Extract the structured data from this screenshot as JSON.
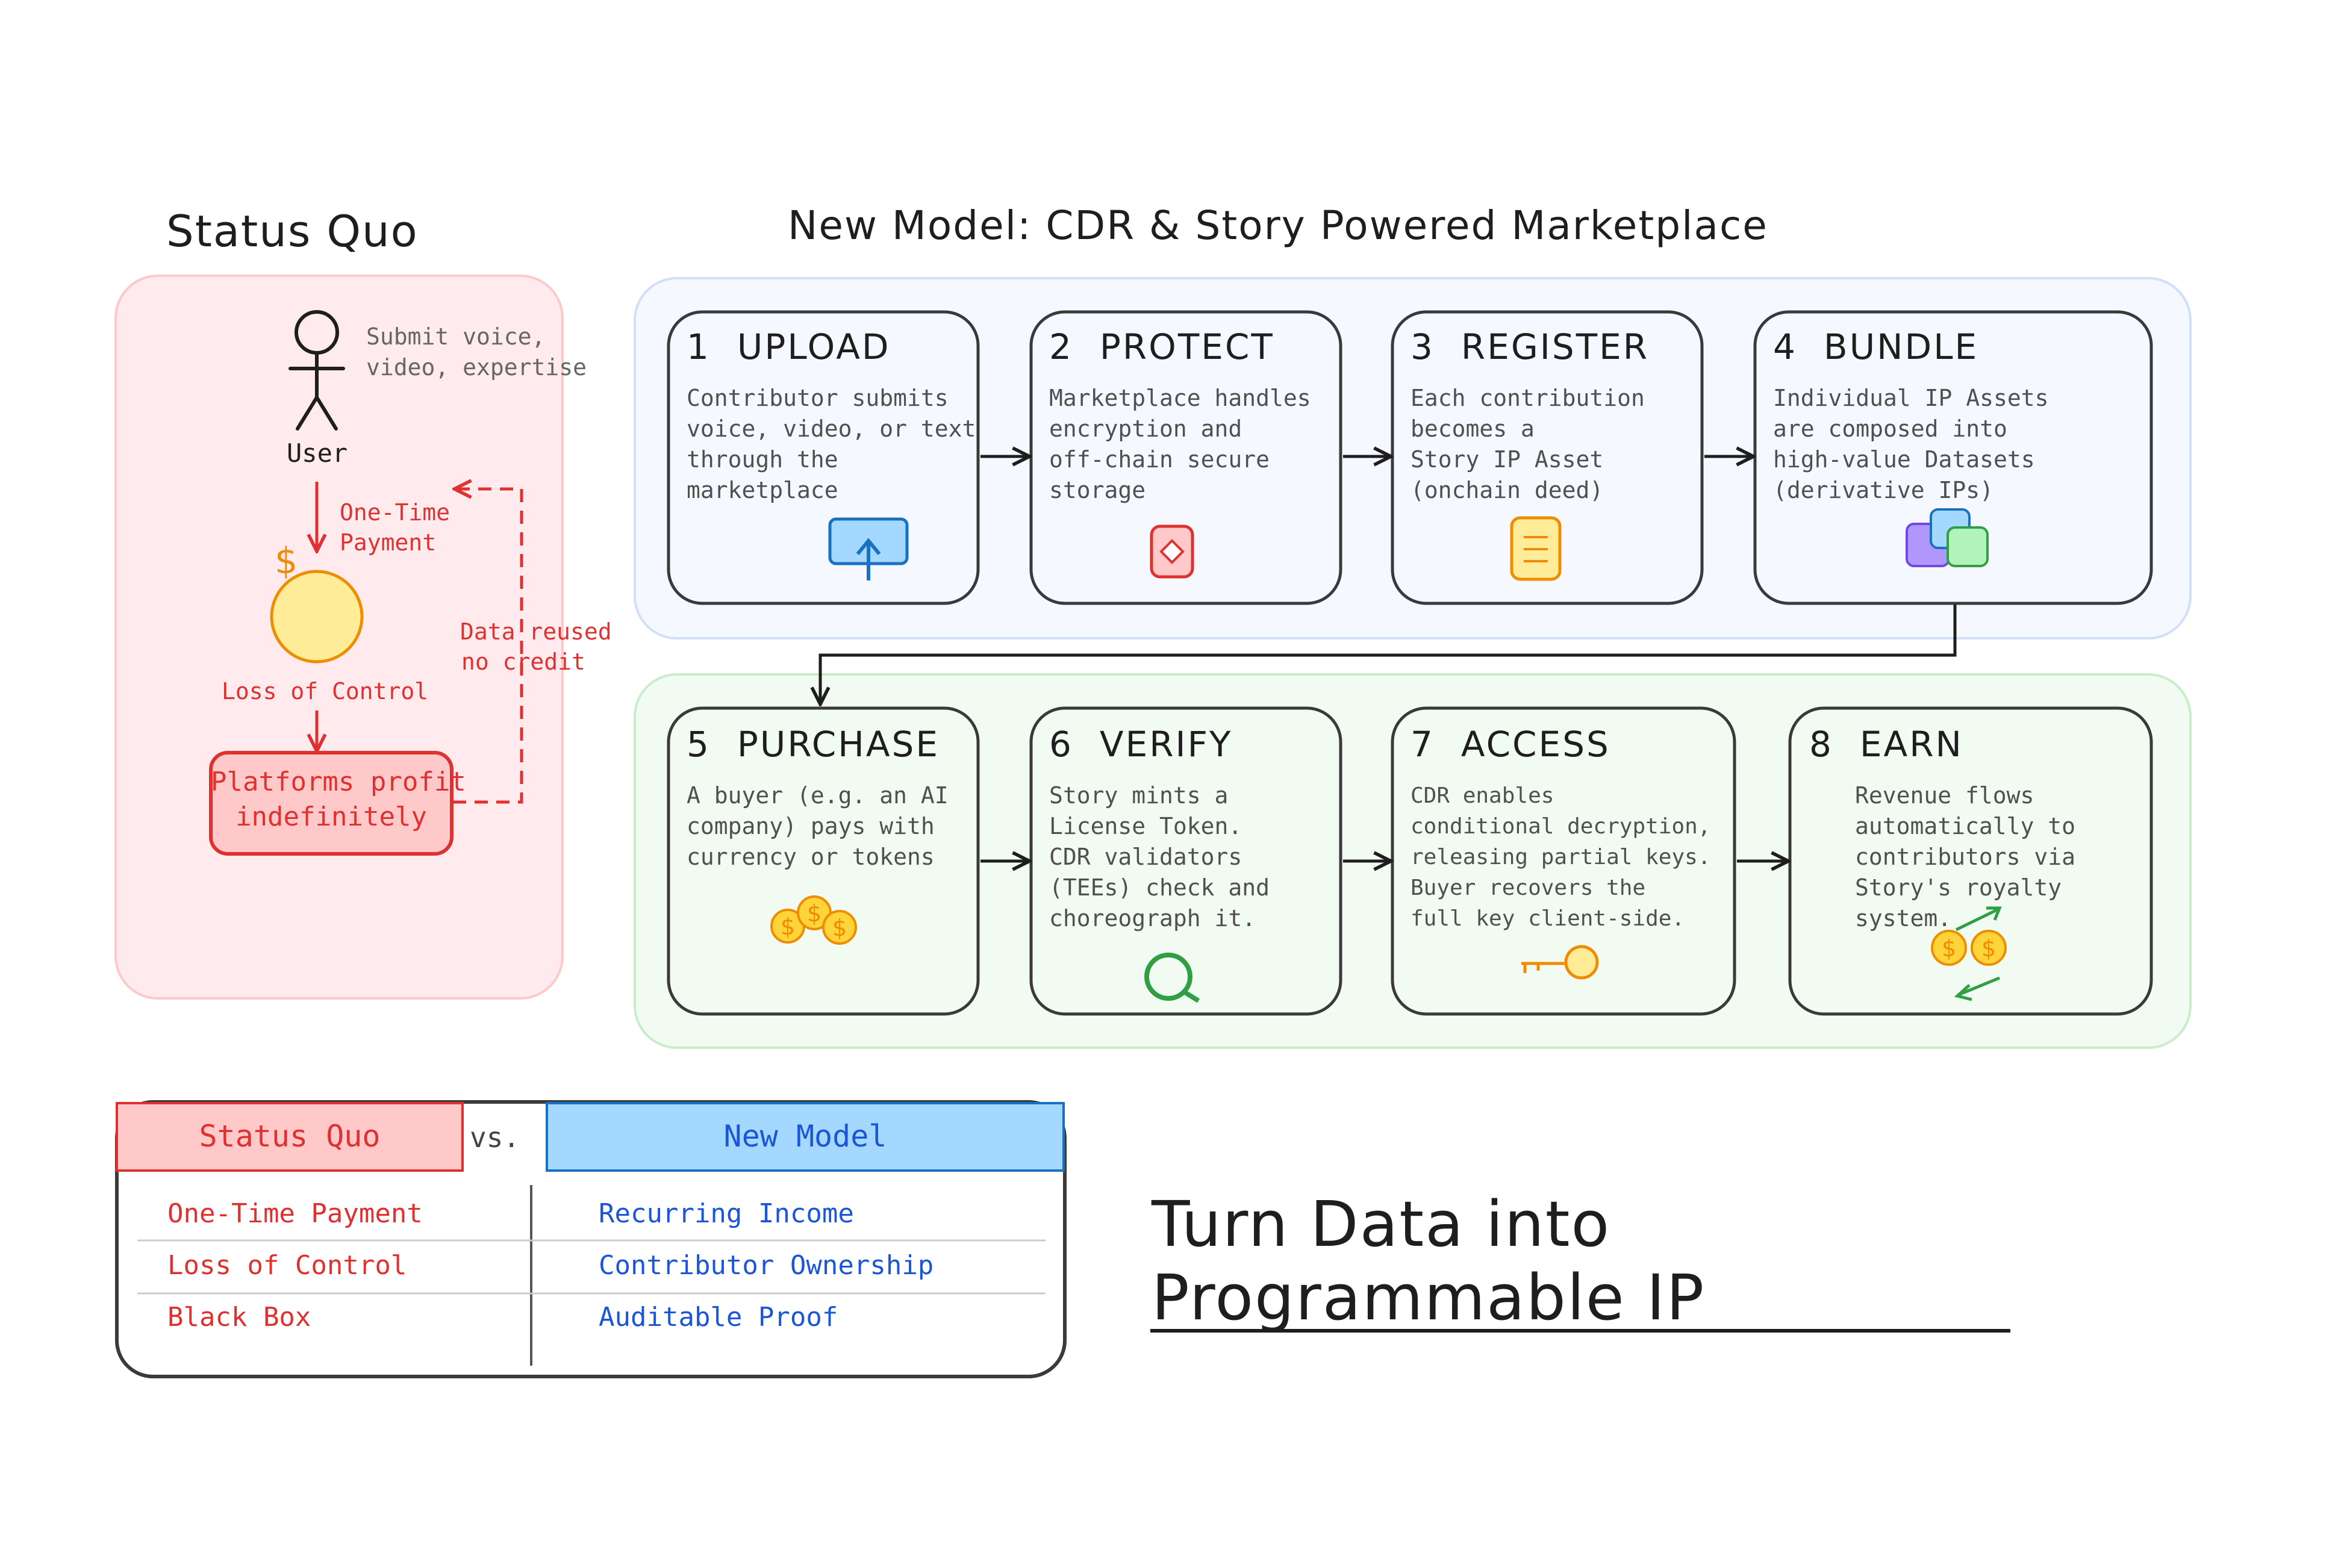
{
  "status_quo": {
    "title": "Status Quo",
    "user_label": "User",
    "user_note": [
      "Submit voice,",
      "video, expertise"
    ],
    "payment_label": [
      "One-Time",
      "Payment"
    ],
    "loss_label": "Loss of Control",
    "platforms_label": [
      "Platforms profit",
      "indefinitely"
    ],
    "reuse_label": [
      "Data reused",
      "no credit"
    ],
    "colors": {
      "panel_fill": "#ffebee",
      "panel_stroke": "#ffc9c9",
      "accent": "#e03131",
      "coin": "#ffec99",
      "coin_stroke": "#f08c00"
    }
  },
  "new_model": {
    "title": "New Model: CDR & Story Powered Marketplace",
    "colors": {
      "top_panel_fill": "#f5f8ff",
      "top_panel_stroke": "#d0e0f7",
      "bottom_panel_fill": "#f1fbf1",
      "bottom_panel_stroke": "#c9ecc9"
    },
    "steps": [
      {
        "num": "1",
        "title": "UPLOAD",
        "body": [
          "Contributor submits",
          "voice, video, or text",
          "through the",
          "marketplace"
        ],
        "icon": "upload-icon"
      },
      {
        "num": "2",
        "title": "PROTECT",
        "body": [
          "Marketplace handles",
          "encryption and",
          "off-chain secure",
          "storage"
        ],
        "icon": "lock-icon"
      },
      {
        "num": "3",
        "title": "REGISTER",
        "body": [
          "Each contribution",
          "becomes a",
          "Story IP Asset",
          "(onchain deed)"
        ],
        "icon": "deed-icon"
      },
      {
        "num": "4",
        "title": "BUNDLE",
        "body": [
          "Individual IP Assets",
          "are composed into",
          "high-value Datasets",
          "(derivative IPs)"
        ],
        "icon": "bundle-icon"
      },
      {
        "num": "5",
        "title": "PURCHASE",
        "body": [
          "A buyer (e.g. an AI",
          "company) pays with",
          "currency or tokens"
        ],
        "icon": "coins-icon"
      },
      {
        "num": "6",
        "title": "VERIFY",
        "body": [
          "Story mints a",
          "License Token.",
          "CDR validators",
          "(TEEs) check and",
          "choreograph it."
        ],
        "icon": "magnifier-icon"
      },
      {
        "num": "7",
        "title": "ACCESS",
        "body": [
          "CDR enables",
          "conditional decryption,",
          "releasing partial keys.",
          "Buyer recovers the",
          "full key client-side."
        ],
        "icon": "key-icon"
      },
      {
        "num": "8",
        "title": "EARN",
        "body": [
          "Revenue flows",
          "automatically to",
          "contributors via",
          "Story's royalty",
          "system."
        ],
        "icon": "royalty-icon"
      }
    ]
  },
  "comparison": {
    "left_header": "Status Quo",
    "vs_label": "vs.",
    "right_header": "New Model",
    "left_items": [
      "One-Time Payment",
      "Loss of Control",
      "Black Box"
    ],
    "right_items": [
      "Recurring Income",
      "Contributor Ownership",
      "Auditable Proof"
    ],
    "colors": {
      "left_header_fill": "#ffc9c9",
      "right_header_fill": "#a5d8ff",
      "left_text": "#e03131",
      "right_text": "#1c56d8"
    }
  },
  "tagline": {
    "line1": "Turn Data into",
    "line2": "Programmable IP"
  }
}
